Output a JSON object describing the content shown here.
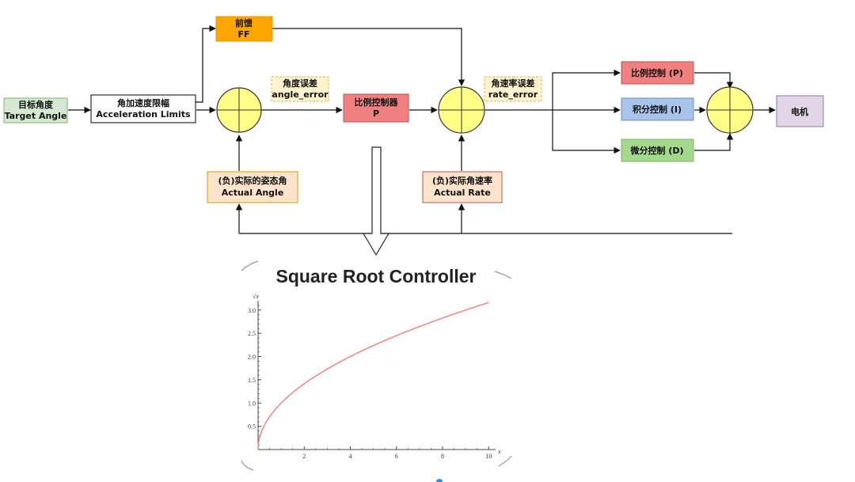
{
  "colors": {
    "target": "#d5e8d4",
    "target_border": "#82b366",
    "limit": "#ffffff",
    "limit_border": "#000000",
    "ff": "#ffa500",
    "ff_border": "#d79b00",
    "p": "#f08080",
    "p_border": "#b85450",
    "i": "#a9c4eb",
    "i_border": "#6c8ebf",
    "d": "#a2d98c",
    "d_border": "#82b366",
    "actual": "#fce3cb",
    "actual_border": "#d79b00",
    "motor": "#e1d5e7",
    "motor_border": "#9673a6",
    "sum": "#ffff88",
    "sum_border": "#333333",
    "note": "#fff2cc",
    "note_border": "#d6b656",
    "curve": "#f08a8a"
  },
  "blocks": {
    "target": [
      "目标角度",
      "Target Angle"
    ],
    "limit": [
      "角加速度限幅",
      "Acceleration Limits"
    ],
    "ff": [
      "前馈",
      "FF"
    ],
    "p_ctrl": [
      "比例控制器",
      "P"
    ],
    "actual_angle": [
      "(负)实际的姿态角",
      "Actual Angle"
    ],
    "actual_rate": [
      "(负)实际角速率",
      "Actual Rate"
    ],
    "pid_p": [
      "比例控制 (P)"
    ],
    "pid_i": [
      "积分控制 (I)"
    ],
    "pid_d": [
      "微分控制 (D)"
    ],
    "motor": [
      "电机"
    ]
  },
  "notes": {
    "angle_error": [
      "角度误差",
      "angle_error"
    ],
    "rate_error": [
      "角速率误差",
      "rate_error"
    ]
  },
  "chart_data": {
    "type": "line",
    "title": "Square Root Controller",
    "xlabel": "x",
    "ylabel": "√x",
    "function": "sqrt(x)",
    "xlim": [
      0,
      10.3
    ],
    "ylim": [
      0,
      3.2
    ],
    "xticks": [
      2,
      4,
      6,
      8,
      10
    ],
    "yticks": [
      0.5,
      1.0,
      1.5,
      2.0,
      2.5,
      3.0
    ],
    "ytick_labels": [
      "0.5",
      "1.0",
      "1.5",
      "2.0",
      "2.5",
      "3.0"
    ],
    "series": [
      {
        "x": [
          0,
          0.05,
          0.1,
          0.25,
          0.5,
          1,
          2,
          3,
          4,
          5,
          6,
          7,
          8,
          9,
          10
        ],
        "y": [
          0,
          0.224,
          0.316,
          0.5,
          0.707,
          1.0,
          1.414,
          1.732,
          2.0,
          2.236,
          2.449,
          2.646,
          2.828,
          3.0,
          3.162
        ]
      }
    ]
  }
}
